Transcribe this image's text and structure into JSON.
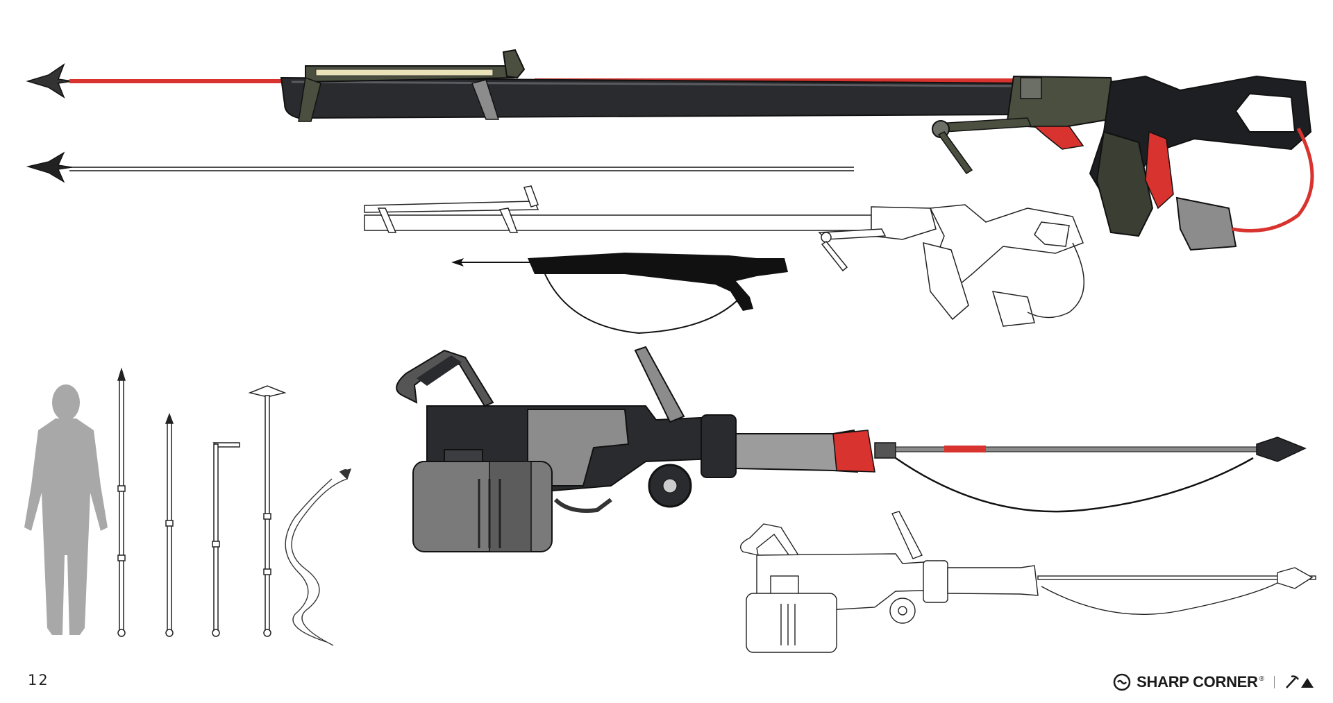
{
  "page": {
    "number": "12"
  },
  "brand": {
    "name": "SHARP CORNER",
    "registered": "®",
    "logo_icon": "sharp-corner-logo-icon",
    "mark_icon": "pick-and-mountain-icon"
  },
  "colors": {
    "accent_red": "#d8332e",
    "body_dark": "#2a2b2e",
    "body_green": "#4a4f3f",
    "silhouette": "#a8a8a8",
    "grey_metal": "#8c8c8c"
  },
  "items": [
    "harpoon-rifle-color-render",
    "harpoon-spear",
    "harpoon-rifle-line-drawing",
    "harpoon-gun-silhouette",
    "human-scale-silhouette",
    "spear-variants",
    "eel-sketch",
    "heavy-harpoon-launcher-color-render",
    "heavy-harpoon-launcher-line-drawing"
  ]
}
